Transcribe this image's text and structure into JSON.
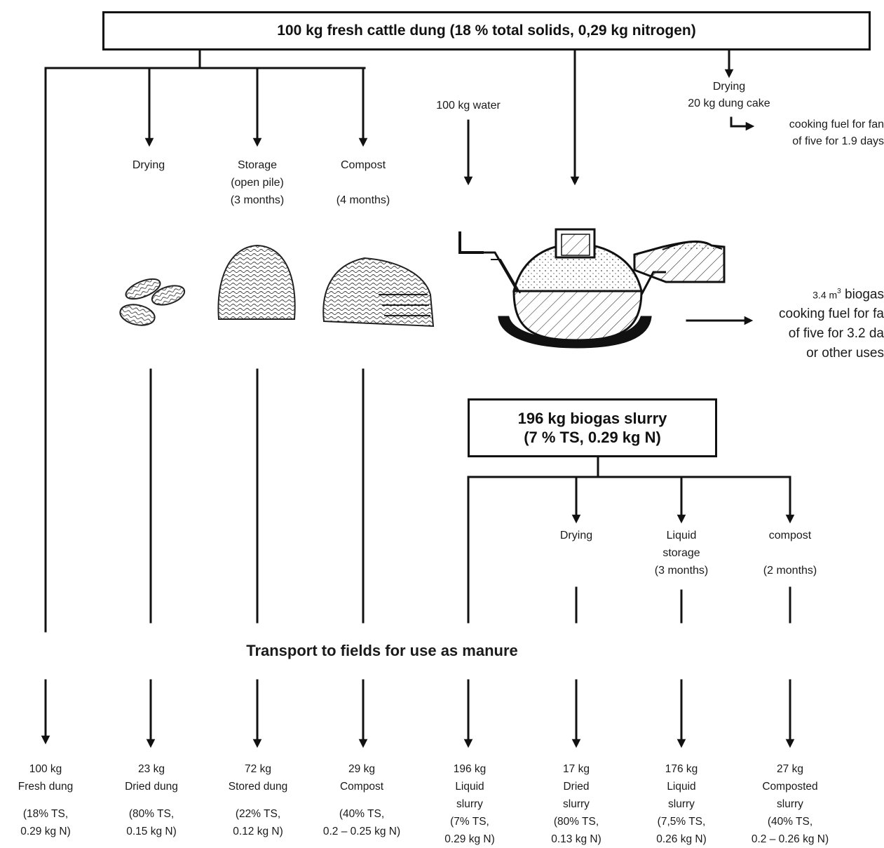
{
  "top_box": {
    "label": "100 kg fresh cattle dung (18 % total solids, 0,29 kg nitrogen)"
  },
  "branches": {
    "drying": "Drying",
    "storage": [
      "Storage",
      "(open pile)",
      "(3 months)"
    ],
    "compost": [
      "Compost",
      "",
      "(4 months)"
    ],
    "water": "100 kg water",
    "dung_cake": [
      "Drying",
      "20 kg dung cake"
    ],
    "cooking_fuel_cake": [
      "cooking fuel for fan",
      "of five for 1.9 days"
    ]
  },
  "biogas": {
    "volume": "3.4 m",
    "volume_sup": "3",
    "volume_suffix": " biogas",
    "lines": [
      "cooking fuel for fa",
      "of five for 3.2 da",
      "or other uses"
    ]
  },
  "slurry_box": {
    "line1": "196 kg biogas slurry",
    "line2": "(7 % TS, 0.29 kg N)"
  },
  "slurry_branches": {
    "drying": "Drying",
    "liquid_storage": [
      "Liquid",
      "storage",
      "(3 months)"
    ],
    "compost": [
      "compost",
      "",
      "(2 months)"
    ]
  },
  "transport": "Transport to fields for use as manure",
  "outputs": [
    {
      "lines": [
        "100 kg",
        "Fresh dung"
      ],
      "ts": [
        "(18% TS,",
        "0.29 kg N)"
      ]
    },
    {
      "lines": [
        "23 kg",
        "Dried dung"
      ],
      "ts": [
        "(80% TS,",
        "0.15 kg N)"
      ]
    },
    {
      "lines": [
        "72 kg",
        "Stored dung"
      ],
      "ts": [
        "(22% TS,",
        "0.12 kg N)"
      ]
    },
    {
      "lines": [
        "29 kg",
        "Compost"
      ],
      "ts": [
        "(40% TS,",
        "0.2 – 0.25 kg N)"
      ]
    },
    {
      "lines": [
        "196 kg",
        "Liquid",
        "slurry"
      ],
      "ts": [
        "(7% TS,",
        "0.29 kg N)"
      ]
    },
    {
      "lines": [
        "17 kg",
        "Dried",
        "slurry"
      ],
      "ts": [
        "(80% TS,",
        "0.13 kg N)"
      ]
    },
    {
      "lines": [
        "176 kg",
        "Liquid",
        "slurry"
      ],
      "ts": [
        "(7,5% TS,",
        "0.26 kg N)"
      ]
    },
    {
      "lines": [
        "27 kg",
        "Composted",
        "slurry"
      ],
      "ts": [
        "(40% TS,",
        "0.2 – 0.26 kg N)"
      ]
    }
  ]
}
